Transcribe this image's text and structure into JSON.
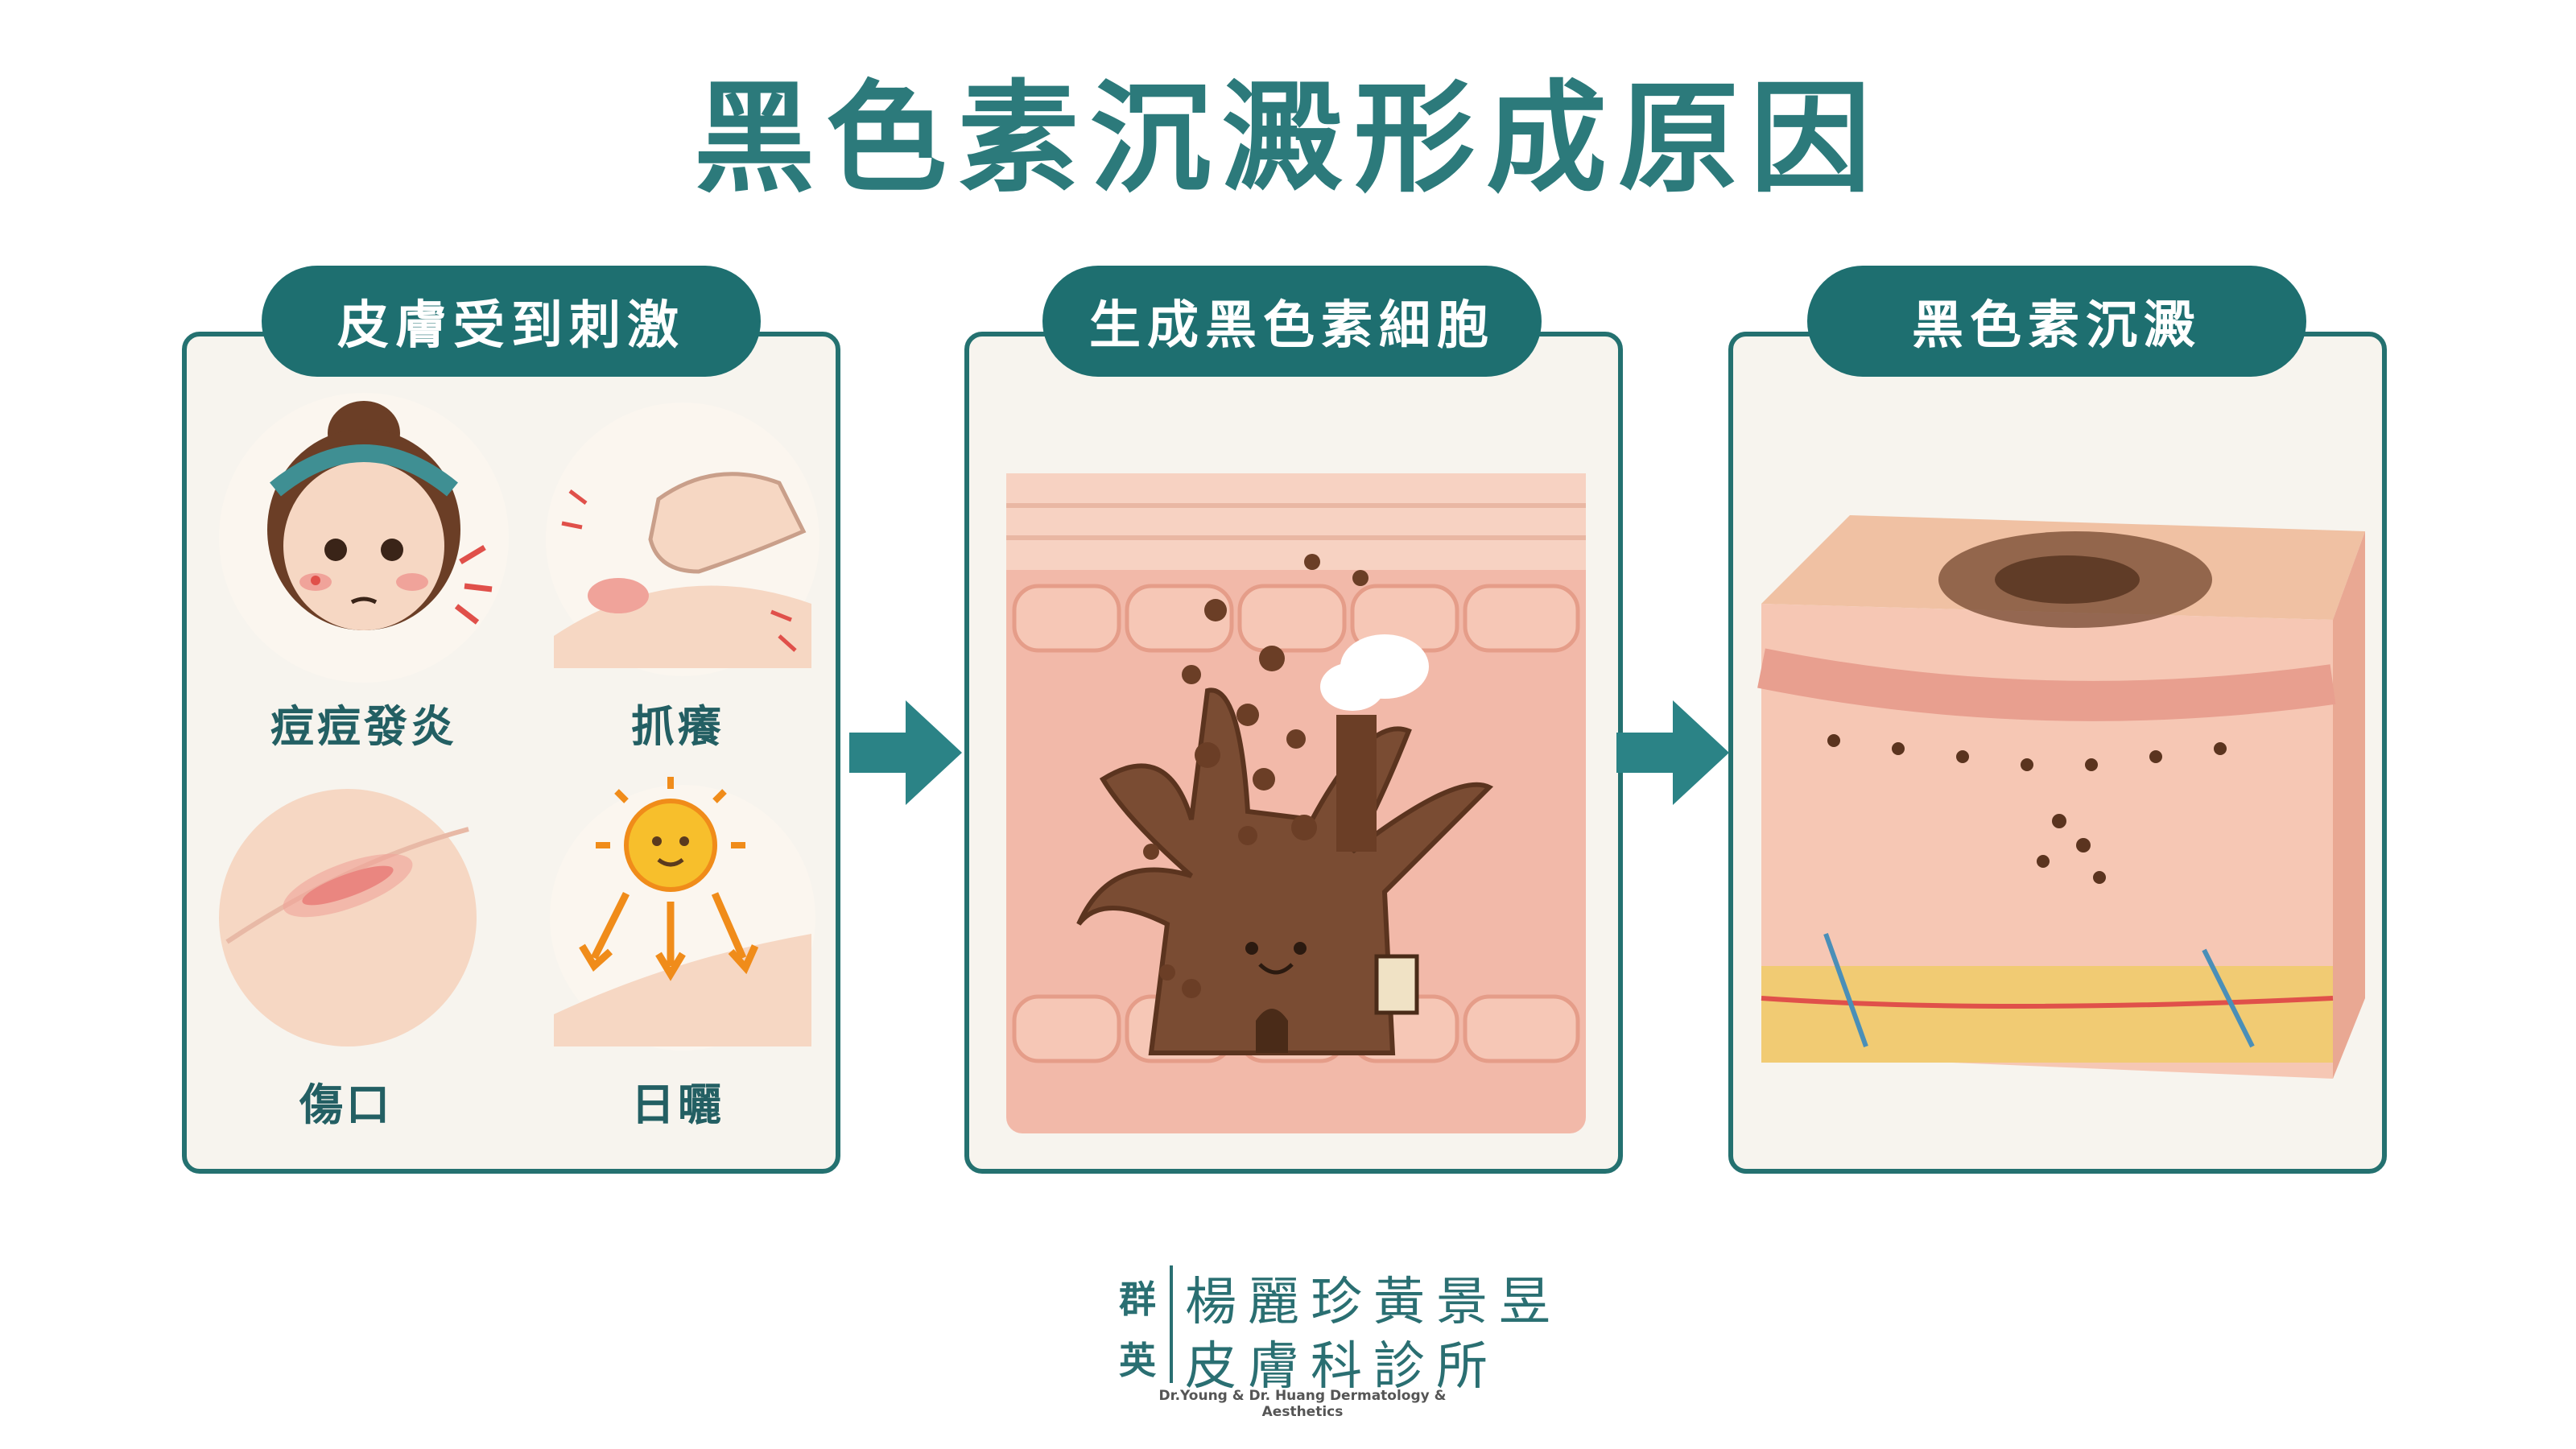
{
  "title": "黑色素沉澱形成原因",
  "steps": [
    {
      "header": "皮膚受到刺激"
    },
    {
      "header": "生成黑色素細胞"
    },
    {
      "header": "黑色素沉澱"
    }
  ],
  "causes": [
    "痘痘發炎",
    "抓癢",
    "傷口",
    "日曬"
  ],
  "logo": {
    "mark": [
      "群",
      "英"
    ],
    "clinic_line1": "楊麗珍黃景昱",
    "clinic_line2": "皮膚科診所",
    "english": "Dr.Young & Dr. Huang Dermatology & Aesthetics"
  },
  "colors": {
    "teal": "#2c7a7b",
    "header_bg": "#1e6f70",
    "panel_bg": "#f7f4ee",
    "skin": "#f3c2b0",
    "melanin": "#6b3e26"
  },
  "icons": [
    "teal-arrow-right-icon",
    "sun-icon",
    "melanocyte-factory-icon",
    "skin-cube-icon"
  ]
}
